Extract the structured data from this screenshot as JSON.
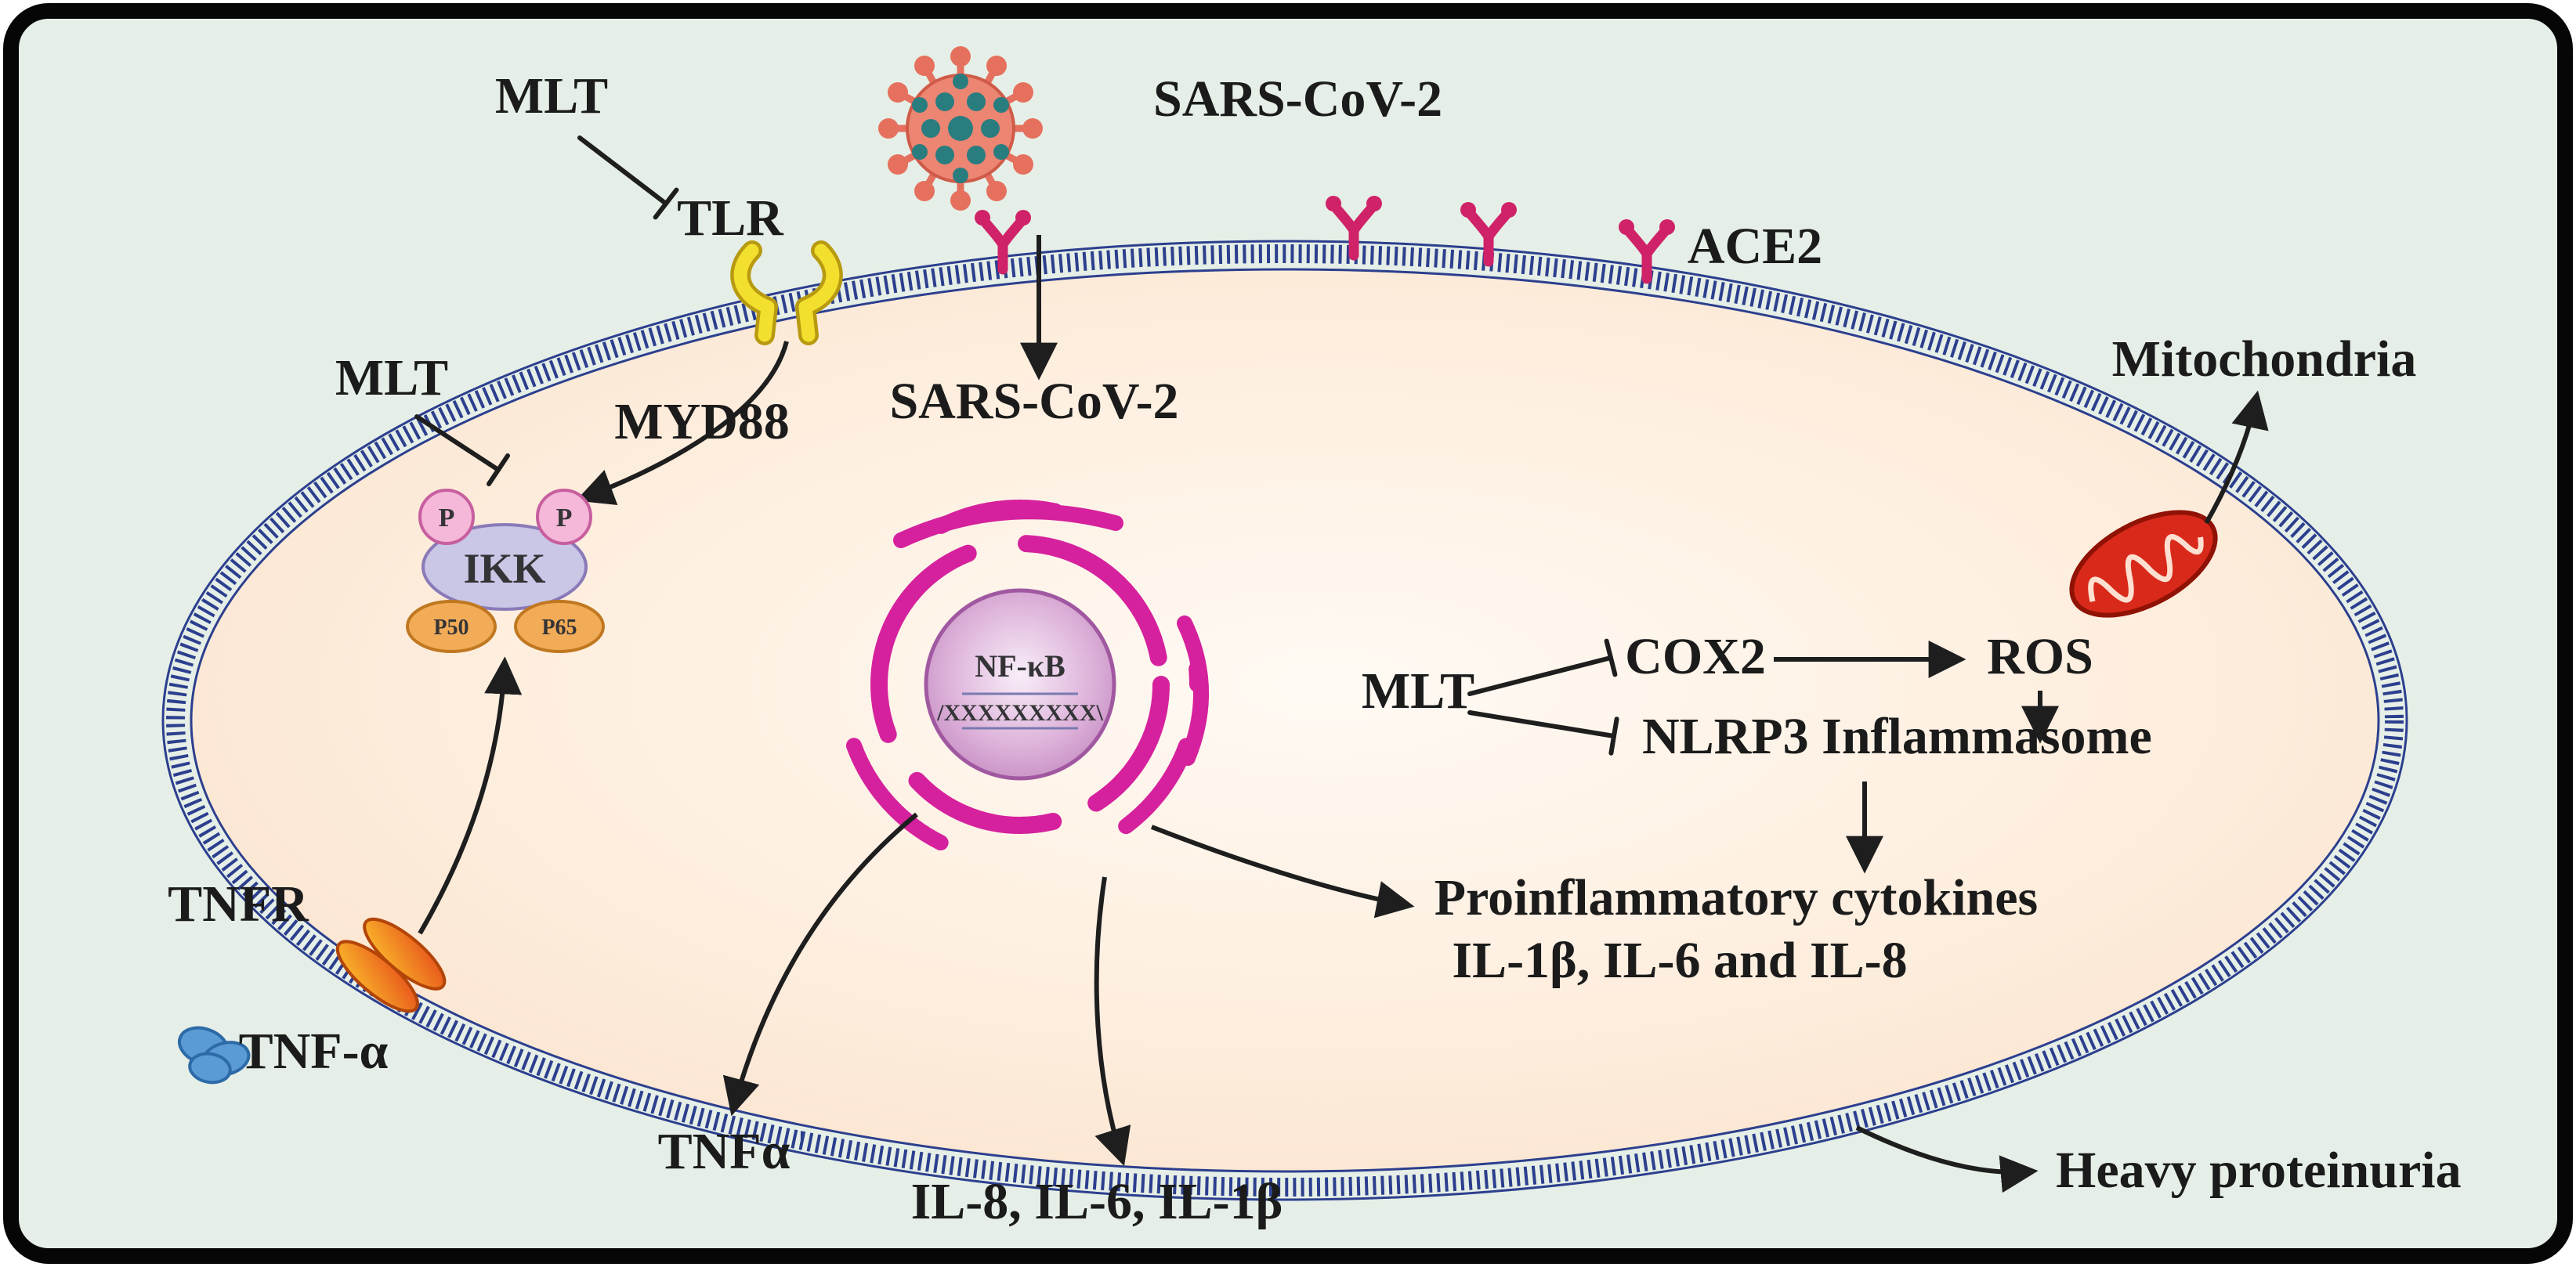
{
  "figure": {
    "type": "cell-signaling-pathway-diagram",
    "labels": {
      "mlt_top": "MLT",
      "tlr": "TLR",
      "virus": "SARS-CoV-2",
      "mlt_myd88": "MLT",
      "myd88": "MYD88",
      "virus_internalized": "SARS-CoV-2",
      "ace2": "ACE2",
      "mitochondria": "Mitochondria",
      "p_left": "P",
      "p_right": "P",
      "ikk": "IKK",
      "p50": "P50",
      "p65": "P65",
      "nfkb": "NF-κB",
      "dna": "/XXXXXXXXX\\",
      "mlt_cytosol": "MLT",
      "cox2": "COX2",
      "ros": "ROS",
      "nlrp3": "NLRP3 Inflammasome",
      "proinflammatory": "Proinflammatory cytokines",
      "interleukins": "IL-1β, IL-6 and IL-8",
      "tnfr": "TNFR",
      "tnf_alpha": "TNF-α",
      "tnfa_secreted": "TNFα",
      "interleukins_secreted": "IL-8, IL-6, IL-1β",
      "heavy_proteinuria": "Heavy proteinuria"
    },
    "colors": {
      "background": "#e6efe7",
      "frame": "#060606",
      "cell_fill": "#fbe9d8",
      "membrane": "#2c3f8e",
      "virus_body": "#ed8573",
      "virus_dots": "#2a7d7e",
      "tlr_receptor": "#f2df2e",
      "ace2_receptor": "#cf2268",
      "er_nucleus": "#d5219d",
      "nucleus_fill": "#c98cc5",
      "ikk_fill": "#c9c6e6",
      "phospho_fill": "#f5b8d8",
      "p50_p65_fill": "#f2ab57",
      "mitochondria": "#d8291a",
      "tnfr_receptor": "#f59b20",
      "tnf_ligand": "#5b9bd5",
      "arrow": "#1e1e1e"
    }
  }
}
